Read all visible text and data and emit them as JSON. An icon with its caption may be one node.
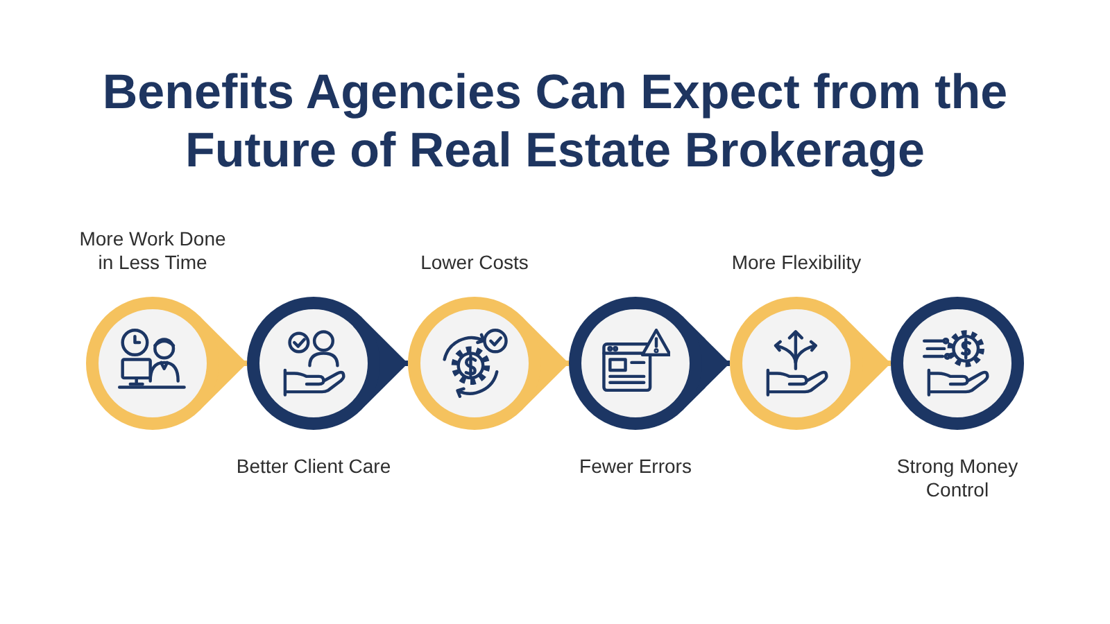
{
  "diagram": {
    "title": "Benefits Agencies Can Expect from the Future of Real Estate Brokerage",
    "nodes": [
      {
        "text": [
          "More Work Done in Less Time"
        ]
      },
      {
        "text": [
          "Better Client Care"
        ]
      },
      {
        "text": [
          "Lower Costs"
        ]
      },
      {
        "text": [
          "Fewer Errors"
        ]
      },
      {
        "text": [
          "More Flexibility"
        ]
      },
      {
        "text": [
          "Strong Money Control"
        ]
      }
    ],
    "edges": [
      {
        "from": 0,
        "to": 1,
        "arrow": "to"
      },
      {
        "from": 1,
        "to": 2,
        "arrow": "to",
        "color": "#1c3664"
      },
      {
        "from": 2,
        "to": 3,
        "arrow": "to"
      },
      {
        "from": 3,
        "to": 4,
        "arrow": "to",
        "color": "#1c3664"
      },
      {
        "from": 4,
        "to": 5,
        "arrow": "to"
      }
    ]
  }
}
